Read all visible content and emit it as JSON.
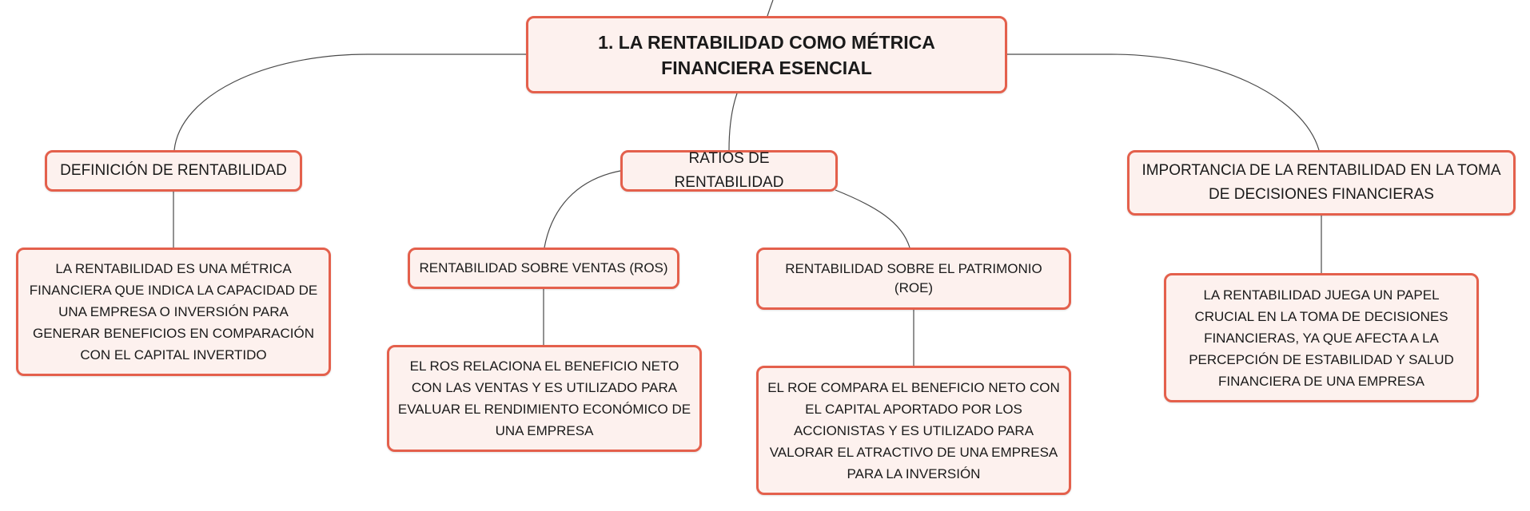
{
  "colors": {
    "node_border": "#e4604c",
    "node_fill": "#fdf1ee",
    "connector": "#4a4a4a",
    "text": "#1a1a1a"
  },
  "root": {
    "title": "1. LA RENTABILIDAD COMO MÉTRICA FINANCIERA ESENCIAL"
  },
  "definicion": {
    "title": "DEFINICIÓN DE RENTABILIDAD",
    "detail": "LA RENTABILIDAD ES UNA MÉTRICA FINANCIERA QUE INDICA LA CAPACIDAD DE UNA EMPRESA O INVERSIÓN PARA GENERAR BENEFICIOS EN COMPARACIÓN CON EL CAPITAL INVERTIDO"
  },
  "ratios": {
    "title": "RATIOS DE RENTABILIDAD",
    "ros": {
      "title": "RENTABILIDAD SOBRE VENTAS (ROS)",
      "detail": "EL ROS RELACIONA EL BENEFICIO NETO CON LAS VENTAS Y ES UTILIZADO PARA EVALUAR EL RENDIMIENTO ECONÓMICO DE UNA EMPRESA"
    },
    "roe": {
      "title": "RENTABILIDAD SOBRE EL PATRIMONIO (ROE)",
      "detail": "EL ROE COMPARA EL BENEFICIO NETO CON EL CAPITAL APORTADO POR LOS ACCIONISTAS Y ES UTILIZADO PARA VALORAR EL ATRACTIVO DE UNA EMPRESA PARA LA INVERSIÓN"
    }
  },
  "importancia": {
    "title": "IMPORTANCIA DE LA RENTABILIDAD EN LA TOMA DE DECISIONES FINANCIERAS",
    "detail": "LA RENTABILIDAD JUEGA UN PAPEL CRUCIAL EN LA TOMA DE DECISIONES FINANCIERAS, YA QUE AFECTA A LA PERCEPCIÓN DE ESTABILIDAD Y SALUD FINANCIERA DE UNA EMPRESA"
  }
}
